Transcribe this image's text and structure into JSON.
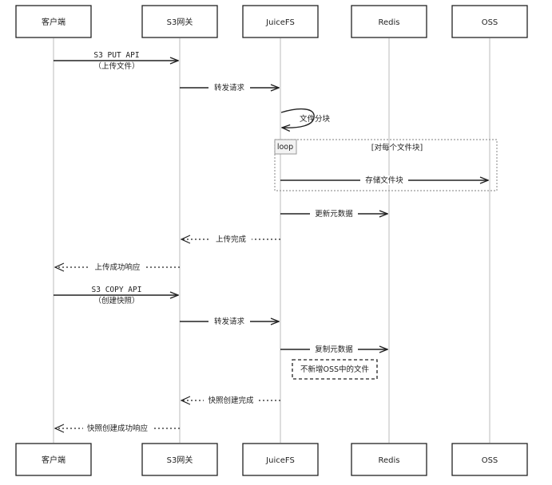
{
  "participants": [
    "客户端",
    "S3网关",
    "JuiceFS",
    "Redis",
    "OSS"
  ],
  "messages": {
    "put_api_line1": "S3 PUT API",
    "put_api_line2": "（上传文件）",
    "forward_1": "转发请求",
    "chunk": "文件分块",
    "loop_tag": "loop",
    "loop_condition": "[对每个文件块]",
    "store_chunk": "存储文件块",
    "update_meta": "更新元数据",
    "upload_done": "上传完成",
    "upload_success": "上传成功响应",
    "copy_api_line1": "S3 COPY API",
    "copy_api_line2": "（创建快照）",
    "forward_2": "转发请求",
    "copy_meta": "复制元数据",
    "note": "不新增OSS中的文件",
    "snapshot_done": "快照创建完成",
    "snapshot_success": "快照创建成功响应"
  }
}
